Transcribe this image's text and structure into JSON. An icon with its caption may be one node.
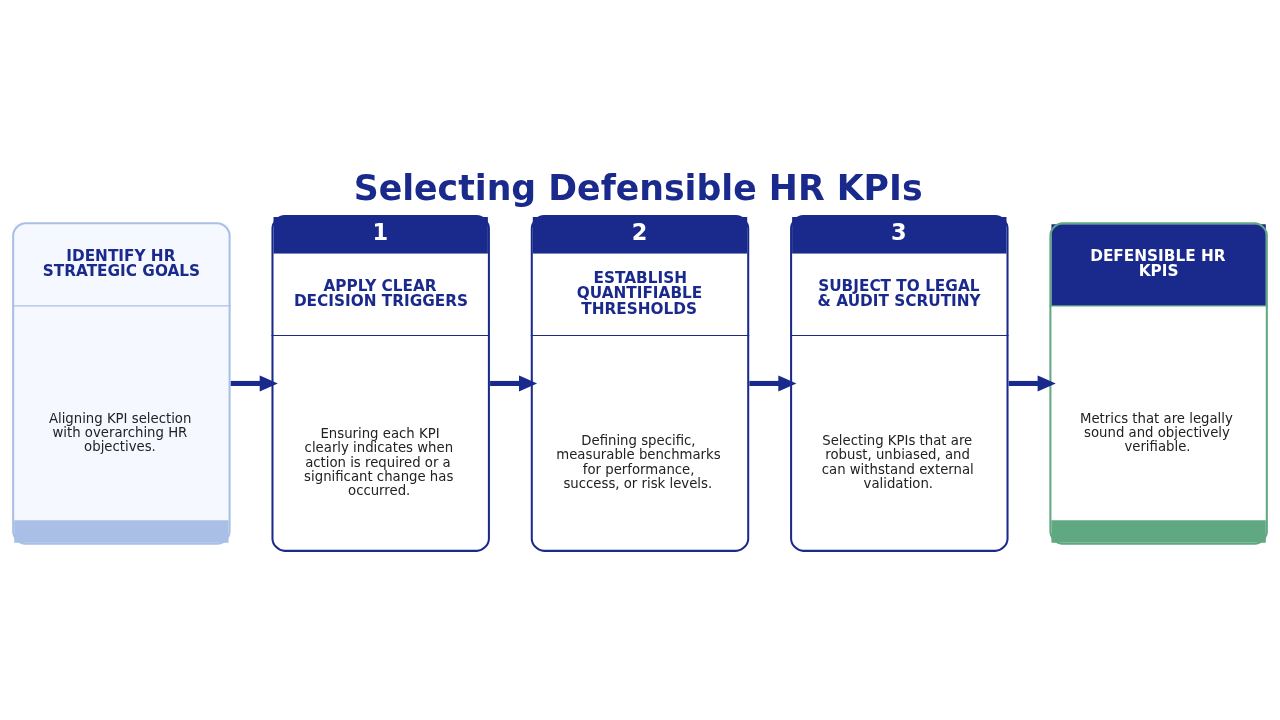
{
  "diagram": {
    "title": "Selecting Defensible HR KPIs",
    "nodes": [
      {
        "text": [
          "IDENTIFY HR STRATEGIC GOALS",
          "Aligning KPI selection with overarching HR objectives."
        ]
      },
      {
        "text": [
          "1",
          "APPLY CLEAR DECISION TRIGGERS",
          "Ensuring each KPI clearly indicates when action is required or a significant change has occurred."
        ]
      },
      {
        "text": [
          "2",
          "ESTABLISH QUANTIFIABLE THRESHOLDS",
          "Defining specific, measurable benchmarks for performance, success, or risk levels."
        ]
      },
      {
        "text": [
          "3",
          "SUBJECT TO LEGAL & AUDIT SCRUTINY",
          "Selecting KPIs that are robust, unbiased, and can withstand external validation."
        ]
      },
      {
        "text": [
          "DEFENSIBLE HR KPIS",
          "Metrics that are legally sound and objectively verifiable."
        ]
      }
    ],
    "edges": [
      {
        "from": 0,
        "to": 1,
        "arrow": "to"
      },
      {
        "from": 1,
        "to": 2,
        "arrow": "to"
      },
      {
        "from": 2,
        "to": 3,
        "arrow": "to"
      },
      {
        "from": 3,
        "to": 4,
        "arrow": "to"
      }
    ]
  }
}
